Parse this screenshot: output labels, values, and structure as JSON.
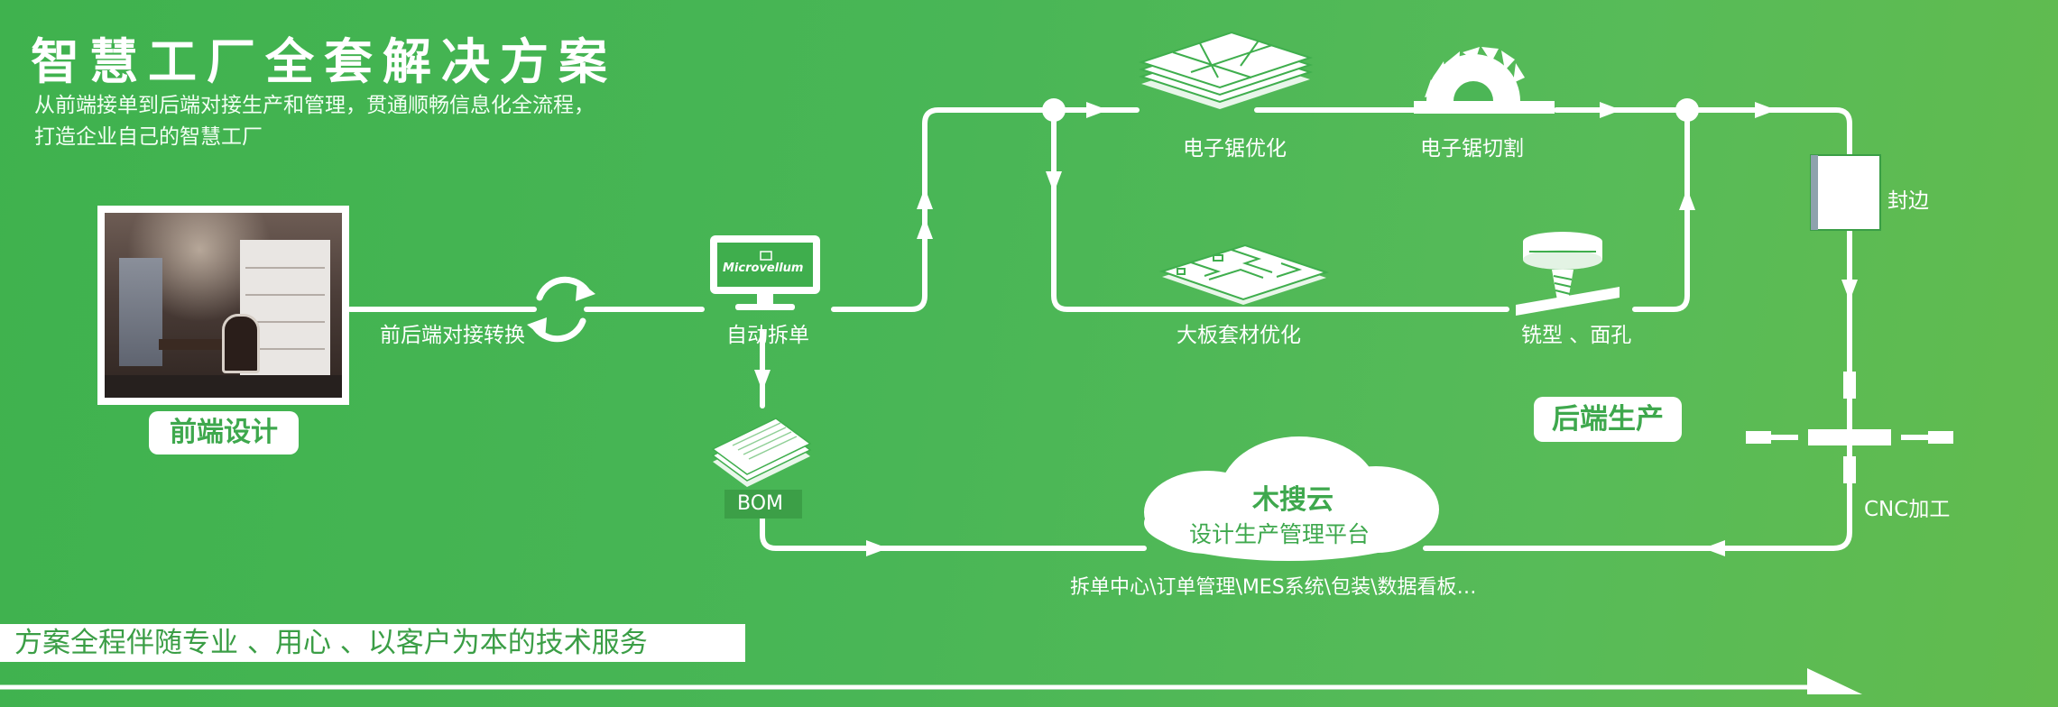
{
  "header": {
    "title": "智慧工厂全套解决方案",
    "subtitle_line1": "从前端接单到后端对接生产和管理，贯通顺畅信息化全流程，",
    "subtitle_line2": "打造企业自己的智慧工厂"
  },
  "nodes": {
    "front_design": "前端设计",
    "convert": "前后端对接转换",
    "auto_split": "自动拆单",
    "monitor_brand": "Microvellum",
    "bom": "BOM",
    "saw_optimize": "电子锯优化",
    "saw_cut": "电子锯切割",
    "board_optimize": "大板套材优化",
    "milling": "铣型 、面孔",
    "edge_banding": "封边",
    "backend_production": "后端生产",
    "cnc": "CNC加工",
    "cloud_title": "木搜云",
    "cloud_subtitle": "设计生产管理平台",
    "platform_modules": "拆单中心\\订单管理\\MES系统\\包装\\数据看板…"
  },
  "footer": {
    "slogan": "方案全程伴随专业 、用心 、以客户为本的技术服务"
  },
  "colors": {
    "background": "#4cb656",
    "accent_text": "#3ea84d",
    "line": "#ffffff"
  }
}
